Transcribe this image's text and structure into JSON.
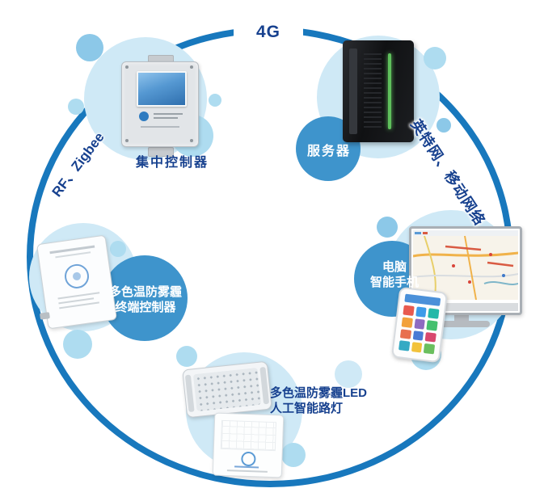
{
  "diagram": {
    "ring_labels": {
      "top": "4G",
      "left": "RF、Zigbee",
      "right": "英特网、移动网络"
    },
    "nodes": {
      "controller": {
        "label": "集中控制器"
      },
      "server": {
        "label": "服务器"
      },
      "client": {
        "label_line1": "电脑",
        "label_line2": "智能手机"
      },
      "terminal": {
        "label_line1": "多色温防雾霾",
        "label_line2": "终端控制器"
      },
      "led": {
        "label_line1": "多色温防雾霾LED",
        "label_line2": "人工智能路灯"
      }
    },
    "colors": {
      "ring": "#1878bd",
      "label_text": "#17418f",
      "bubble_1": "#cfe9f6",
      "bubble_2": "#aedcf0",
      "bubble_3": "#8cc8e8",
      "label_bubble": "#3e94cc"
    }
  }
}
